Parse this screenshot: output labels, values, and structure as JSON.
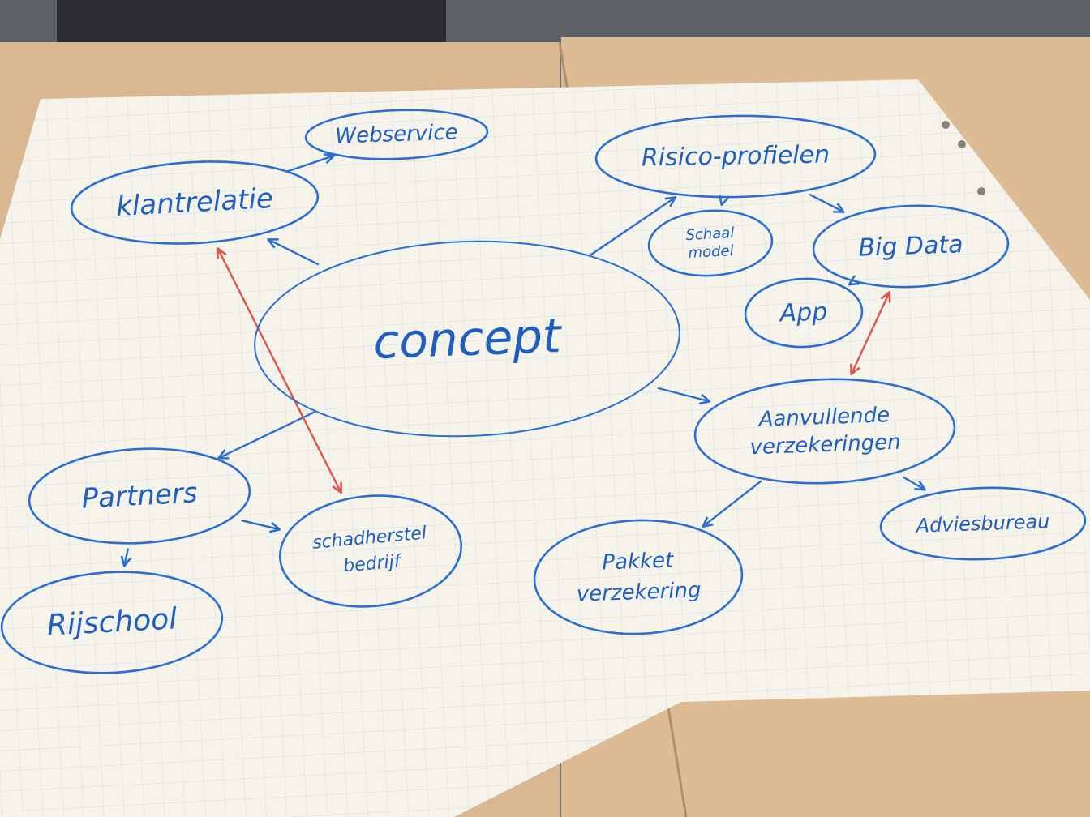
{
  "colors": {
    "ink_blue": "#2a6fd0",
    "ink_red": "#e0554a",
    "paper": "#f6f3ea",
    "grid": "#cfe0ee",
    "table": "#d9b791",
    "wall": "#6b6e72"
  },
  "diagram": {
    "nodes": [
      {
        "id": "concept",
        "lines": [
          "concept"
        ]
      },
      {
        "id": "webservice",
        "lines": [
          "Webservice"
        ]
      },
      {
        "id": "klantrelatie",
        "lines": [
          "klantrelatie"
        ]
      },
      {
        "id": "risico-profielen",
        "lines": [
          "Risico-profielen"
        ]
      },
      {
        "id": "schaal-model",
        "lines": [
          "Schaal",
          "model"
        ]
      },
      {
        "id": "big-data",
        "lines": [
          "Big Data"
        ]
      },
      {
        "id": "app",
        "lines": [
          "App"
        ]
      },
      {
        "id": "aanvullende-verzekeringen",
        "lines": [
          "Aanvullende",
          "verzekeringen"
        ]
      },
      {
        "id": "adviesbureau",
        "lines": [
          "Adviesbureau"
        ]
      },
      {
        "id": "pakket-verzekering",
        "lines": [
          "Pakket",
          "verzekering"
        ]
      },
      {
        "id": "partners",
        "lines": [
          "Partners"
        ]
      },
      {
        "id": "schadherstel-bedrijf",
        "lines": [
          "schadherstel",
          "bedrijf"
        ]
      },
      {
        "id": "rijschool",
        "lines": [
          "Rijschool"
        ]
      }
    ],
    "edges": [
      {
        "from": "klantrelatie",
        "to": "webservice",
        "color": "blue",
        "bidirectional": false
      },
      {
        "from": "concept",
        "to": "klantrelatie",
        "color": "blue",
        "bidirectional": false
      },
      {
        "from": "concept",
        "to": "risico-profielen",
        "color": "blue",
        "bidirectional": false
      },
      {
        "from": "risico-profielen",
        "to": "schaal-model",
        "color": "blue",
        "bidirectional": false
      },
      {
        "from": "risico-profielen",
        "to": "big-data",
        "color": "blue",
        "bidirectional": false
      },
      {
        "from": "big-data",
        "to": "app",
        "color": "blue",
        "bidirectional": false
      },
      {
        "from": "concept",
        "to": "aanvullende-verzekeringen",
        "color": "blue",
        "bidirectional": false
      },
      {
        "from": "aanvullende-verzekeringen",
        "to": "pakket-verzekering",
        "color": "blue",
        "bidirectional": false
      },
      {
        "from": "aanvullende-verzekeringen",
        "to": "adviesbureau",
        "color": "blue",
        "bidirectional": false
      },
      {
        "from": "concept",
        "to": "partners",
        "color": "blue",
        "bidirectional": false
      },
      {
        "from": "partners",
        "to": "schadherstel-bedrijf",
        "color": "blue",
        "bidirectional": false
      },
      {
        "from": "partners",
        "to": "rijschool",
        "color": "blue",
        "bidirectional": false
      },
      {
        "from": "klantrelatie",
        "to": "schadherstel-bedrijf",
        "color": "red",
        "bidirectional": true
      },
      {
        "from": "big-data",
        "to": "aanvullende-verzekeringen",
        "color": "red",
        "bidirectional": true
      }
    ]
  }
}
